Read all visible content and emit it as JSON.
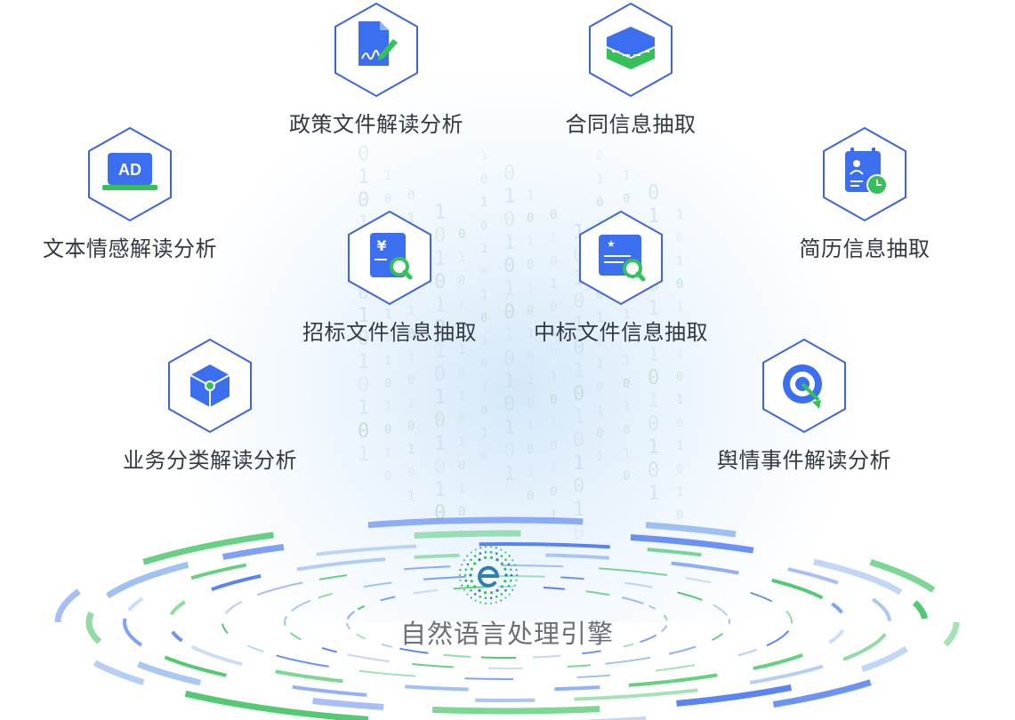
{
  "engine": {
    "label": "自然语言处理引擎",
    "logo_icon": "engine-e-logo-icon"
  },
  "nodes": [
    {
      "id": "policy",
      "label": "政策文件解读分析",
      "icon": "document-sign-icon"
    },
    {
      "id": "contract",
      "label": "合同信息抽取",
      "icon": "database-icon"
    },
    {
      "id": "sentiment",
      "label": "文本情感解读分析",
      "icon": "ad-monitor-icon"
    },
    {
      "id": "resume",
      "label": "简历信息抽取",
      "icon": "resume-clock-icon"
    },
    {
      "id": "bidding",
      "label": "招标文件信息抽取",
      "icon": "yen-search-icon"
    },
    {
      "id": "winning",
      "label": "中标文件信息抽取",
      "icon": "card-search-icon"
    },
    {
      "id": "business",
      "label": "业务分类解读分析",
      "icon": "cube-icon"
    },
    {
      "id": "opinion",
      "label": "舆情事件解读分析",
      "icon": "target-icon"
    }
  ],
  "colors": {
    "primary_blue": "#3c6ff0",
    "accent_green": "#35c05a",
    "hex_border": "#3e66d8",
    "text": "#333a44"
  }
}
